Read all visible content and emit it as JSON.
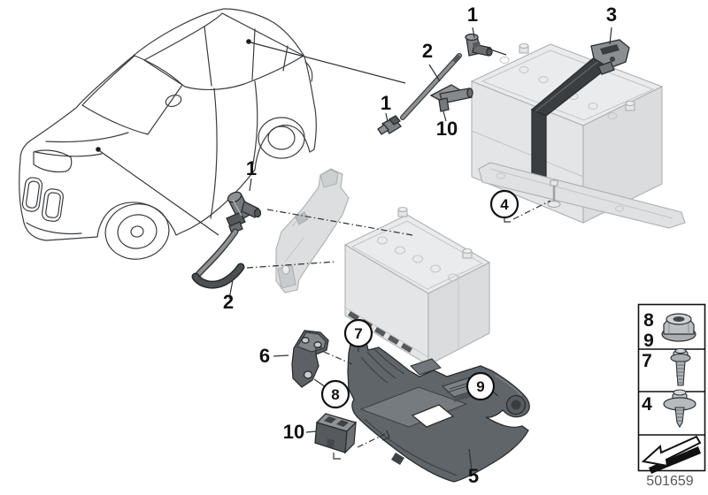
{
  "diagram": {
    "title": "battery-mounting-parts-diagram",
    "part_number": "501659",
    "callouts": {
      "cable_connector_top": "1",
      "rod": "2",
      "cable_connector_left": "1",
      "holder_top": "10",
      "battery_strap": "3",
      "rail_screw": "4",
      "hose_connector_mid": "1",
      "hose_mid": "2",
      "bracket_left": "6",
      "tray_top": "7",
      "bracket_screw": "8",
      "tray_arm": "9",
      "holder_bottom": "10",
      "battery_tray": "5"
    },
    "legend": {
      "rows": [
        {
          "labels": [
            "8",
            "9"
          ],
          "icon": "flange-nut-icon"
        },
        {
          "labels": [
            "7"
          ],
          "icon": "flange-bolt-icon"
        },
        {
          "labels": [
            "4"
          ],
          "icon": "washer-screw-icon"
        },
        {
          "labels": [],
          "icon": "next-diagram-arrow-icon"
        }
      ]
    },
    "colors": {
      "background": "#ffffff",
      "leader_line": "#2f3234",
      "ghost_fill": "#e6e8e9",
      "ghost_stroke": "#aeb1b3",
      "dark_part": "#5d6266",
      "strap": "#3b3e41",
      "label": "#111111",
      "part_number_text": "#55585b"
    }
  }
}
